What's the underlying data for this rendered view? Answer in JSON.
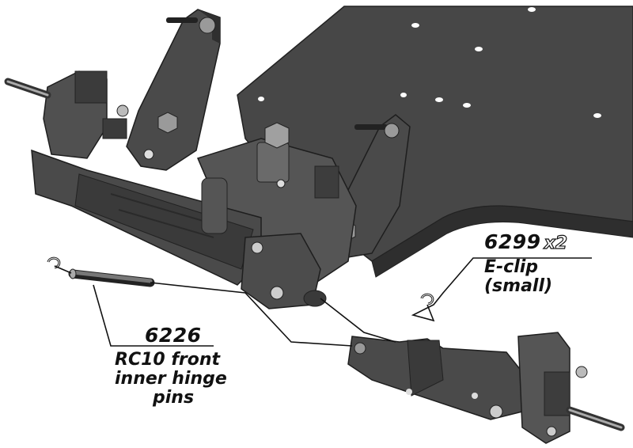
{
  "parts": [
    {
      "part_number": "6299",
      "quantity": "x2",
      "description": [
        "E-clip",
        "(small)"
      ]
    },
    {
      "part_number": "6226",
      "description": [
        "RC10 front",
        "inner hinge",
        "pins"
      ]
    }
  ],
  "colors": {
    "body_dark": "#3e3e3e",
    "body_mid": "#5a5a5a",
    "body_light": "#8a8a8a",
    "metal": "#c8c8c8",
    "leader": "#111111"
  }
}
